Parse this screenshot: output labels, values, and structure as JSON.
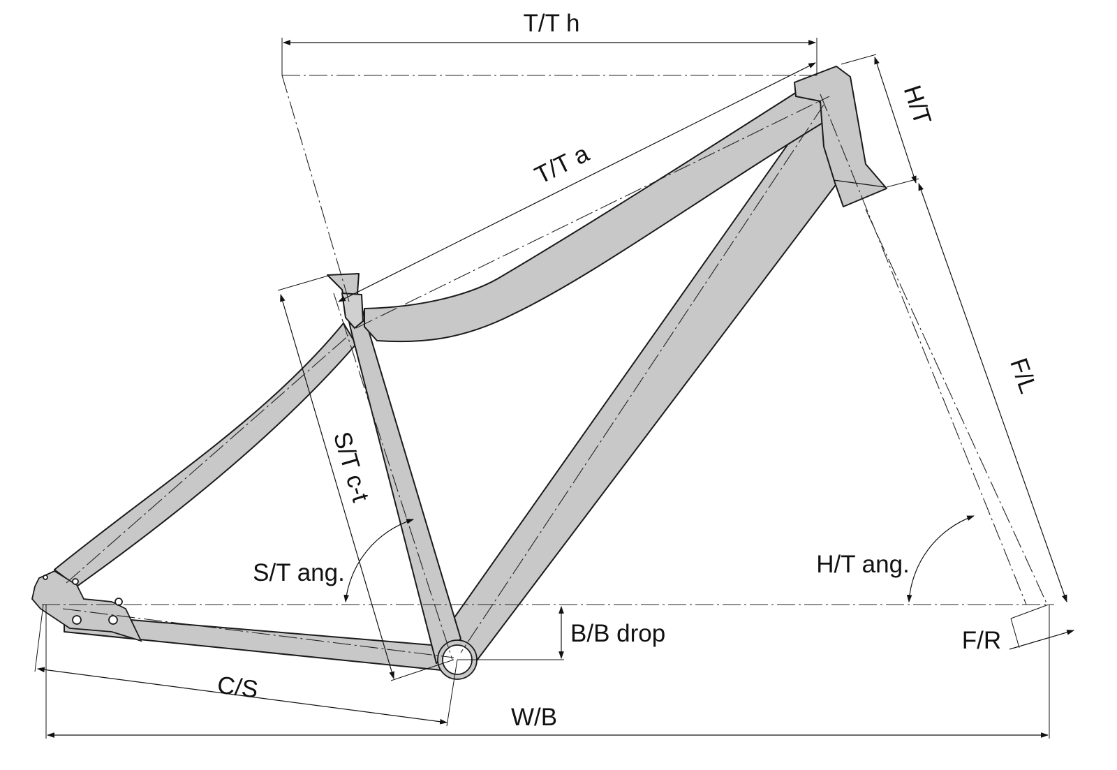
{
  "labels": {
    "top_tube_horizontal": "T/T h",
    "top_tube_actual": "T/T a",
    "head_tube": "H/T",
    "fork_length": "F/L",
    "seat_tube_ct": "S/T c-t",
    "seat_tube_angle": "S/T ang.",
    "head_tube_angle": "H/T ang.",
    "bb_drop": "B/B drop",
    "chainstay": "C/S",
    "wheelbase": "W/B",
    "fork_rake": "F/R"
  }
}
